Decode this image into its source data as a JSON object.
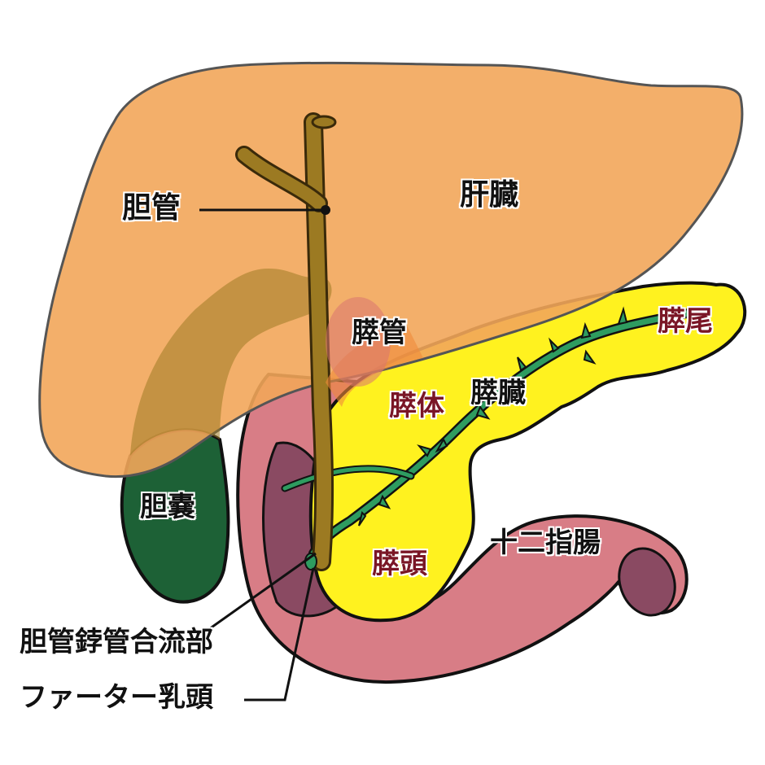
{
  "labels": {
    "bile_duct": "胆管",
    "liver": "肝臓",
    "pancreatic_duct": "膵管",
    "pancreas_tail": "膵尾",
    "pancreas_body": "膵体",
    "pancreas": "膵臓",
    "gallbladder": "胆嚢",
    "duodenum": "十二指腸",
    "pancreas_head": "膵頭",
    "pancreaticobiliary_junction": "胆管鋍管合流部",
    "papilla_of_vater": "ファーター乳頭"
  },
  "colors": {
    "liver": "#f2a65a",
    "liver_outline": "#555555",
    "bile_duct": "#9c7a22",
    "gallbladder": "#1d6136",
    "pancreas": "#fff21f",
    "pancreatic_duct": "#2e9c60",
    "duodenum": "#d87d86",
    "duodenum_inner": "#8a4a62",
    "outline": "#111111",
    "tail_label": "#7a1626"
  }
}
